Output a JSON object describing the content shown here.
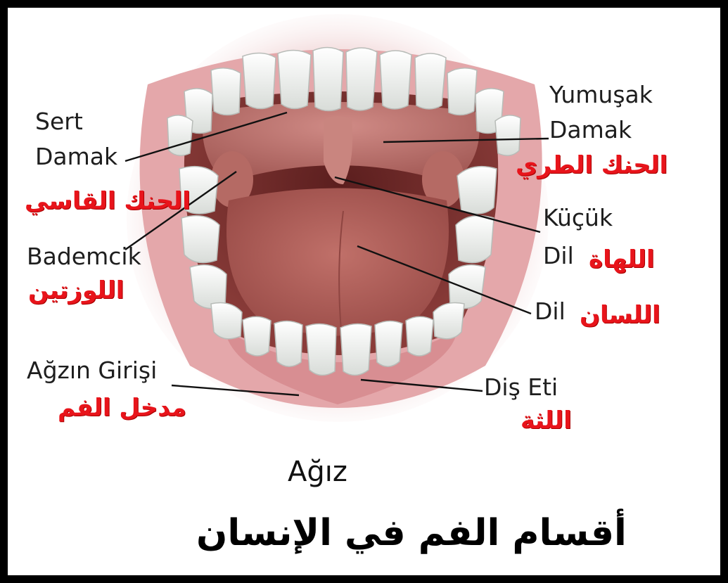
{
  "title_ar": "أقسام الفم في الإنسان",
  "caption": "Ağız",
  "labels": {
    "sert_damak_1": "Sert",
    "sert_damak_2": "Damak",
    "sert_damak_ar": "الحنك القاسي",
    "bademcik": "Bademcik",
    "bademcik_ar": "اللوزتين",
    "agzin_girisi": "Ağzın Girişi",
    "agzin_girisi_ar": "مدخل الفم",
    "yumusak_damak_1": "Yumuşak",
    "yumusak_damak_2": "Damak",
    "yumusak_damak_ar": "الحنك الطري",
    "kucuk_dil_1": "Küçük",
    "kucuk_dil_2": "Dil",
    "kucuk_dil_ar": "اللهاة",
    "dil": "Dil",
    "dil_ar": "اللسان",
    "dis_eti": "Diş Eti",
    "dis_eti_ar": "اللثة"
  },
  "colors": {
    "arabic_label": "#e8141b",
    "lip": "#d99a9e",
    "mouth_cavity": "#8a3c39",
    "tongue": "#b5625d",
    "teeth": "#f4f5f2",
    "leader_line": "#111111"
  }
}
